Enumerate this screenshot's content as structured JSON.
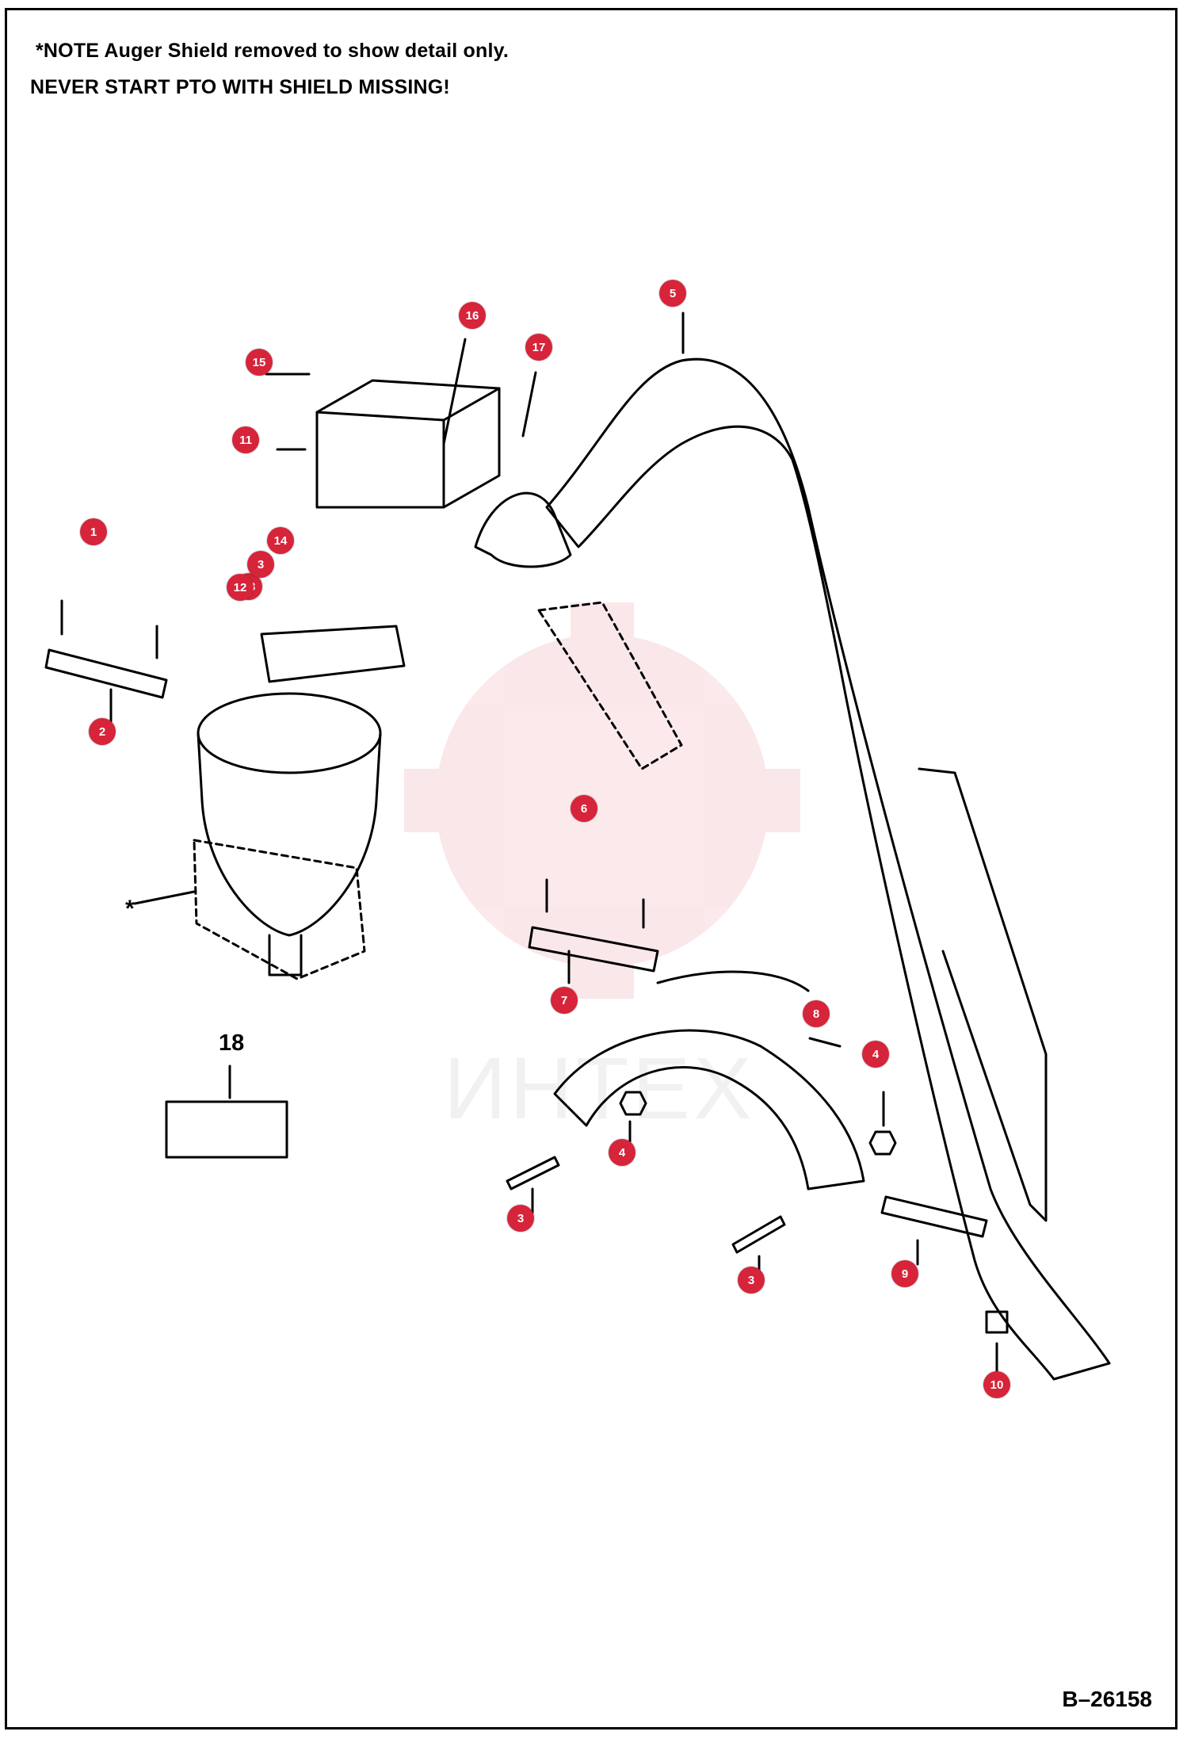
{
  "notes": {
    "line1": "*NOTE  Auger Shield removed to show detail only.",
    "line2": "NEVER START PTO WITH SHIELD MISSING!"
  },
  "reference": "B–26158",
  "box_label": "18",
  "asterisk": "*",
  "watermark": "ИНТЕХ",
  "callouts": [
    {
      "n": "1"
    },
    {
      "n": "2"
    },
    {
      "n": "3"
    },
    {
      "n": "3"
    },
    {
      "n": "3"
    },
    {
      "n": "4"
    },
    {
      "n": "4"
    },
    {
      "n": "5"
    },
    {
      "n": "6"
    },
    {
      "n": "7"
    },
    {
      "n": "8"
    },
    {
      "n": "9"
    },
    {
      "n": "10"
    },
    {
      "n": "11"
    },
    {
      "n": "12"
    },
    {
      "n": "13"
    },
    {
      "n": "14"
    },
    {
      "n": "15"
    },
    {
      "n": "16"
    },
    {
      "n": "17"
    }
  ],
  "colors": {
    "callout": "#d6243a",
    "line": "#000000"
  }
}
